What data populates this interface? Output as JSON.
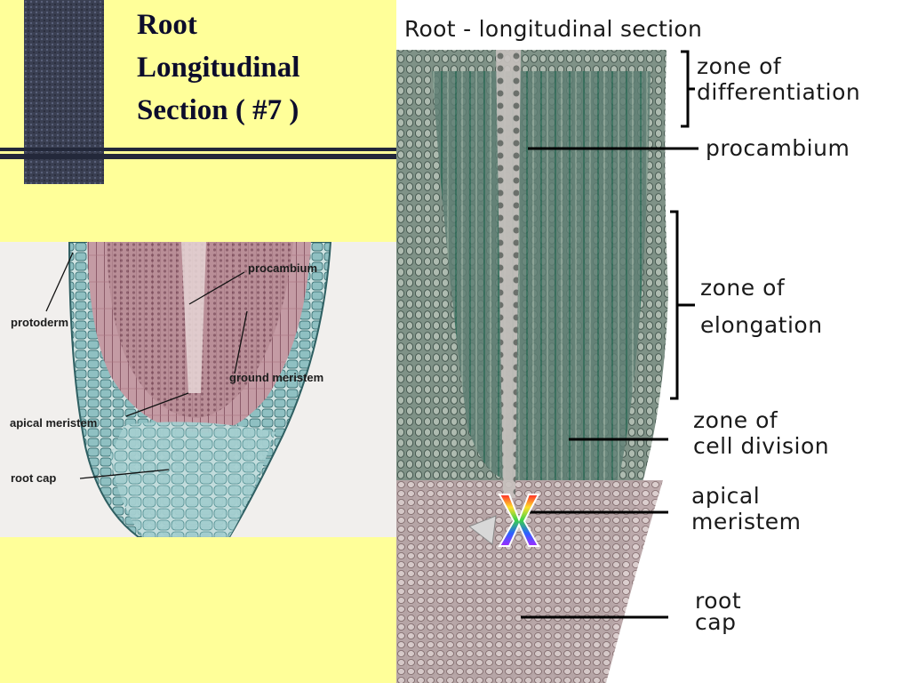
{
  "slide": {
    "title_lines": [
      "Root",
      "Longitudinal",
      "Section ( #7 )"
    ],
    "background_color": "#FFFF99",
    "accent_color": "#23283a"
  },
  "left_micrograph": {
    "labels": {
      "procambium": "procambium",
      "protoderm": "protoderm",
      "ground_meristem": "ground meristem",
      "apical_meristem": "apical meristem",
      "root_cap": "root cap"
    }
  },
  "right_diagram": {
    "title": "Root - longitudinal section",
    "zone_differentiation": [
      "zone of",
      "differentiation"
    ],
    "procambium": "procambium",
    "zone_elongation": [
      "zone of",
      "elongation"
    ],
    "zone_cell_division": [
      "zone of",
      "cell division"
    ],
    "apical_meristem": [
      "apical",
      "meristem"
    ],
    "root_cap": [
      "root",
      "cap"
    ],
    "marker_icon": "x-marker-icon"
  }
}
